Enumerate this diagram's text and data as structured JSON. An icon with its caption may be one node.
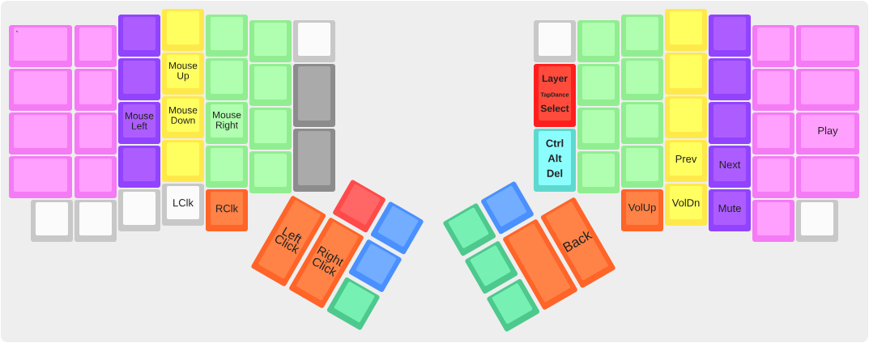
{
  "diagram": {
    "nodes": [
      {
        "text": [
          "`"
        ]
      },
      {
        "text": [],
        "shape": "box"
      },
      {
        "text": [],
        "shape": "box"
      },
      {
        "text": [],
        "shape": "box"
      },
      {
        "text": [],
        "shape": "box"
      },
      {
        "text": [],
        "shape": "box"
      },
      {
        "text": [],
        "shape": "box"
      },
      {
        "text": [],
        "shape": "box"
      },
      {
        "text": [],
        "shape": "box"
      },
      {
        "text": [],
        "shape": "box"
      },
      {
        "text": [],
        "shape": "box"
      },
      {
        "text": [],
        "shape": "box"
      },
      {
        "text": [
          "Mouse Left"
        ]
      },
      {
        "text": [],
        "shape": "box"
      },
      {
        "text": [],
        "shape": "box"
      },
      {
        "text": [],
        "shape": "box"
      },
      {
        "text": [
          "Mouse Up"
        ]
      },
      {
        "text": [
          "Mouse Down"
        ]
      },
      {
        "text": [],
        "shape": "box"
      },
      {
        "text": [
          "LClk"
        ]
      },
      {
        "text": [],
        "shape": "box"
      },
      {
        "text": [],
        "shape": "box"
      },
      {
        "text": [
          "Mouse Right"
        ]
      },
      {
        "text": [],
        "shape": "box"
      },
      {
        "text": [
          "RClk"
        ]
      },
      {
        "text": [],
        "shape": "box"
      },
      {
        "text": [],
        "shape": "box"
      },
      {
        "text": [],
        "shape": "box"
      },
      {
        "text": [],
        "shape": "box"
      },
      {
        "text": [],
        "shape": "box"
      },
      {
        "text": [],
        "shape": "box"
      },
      {
        "text": [],
        "shape": "box"
      },
      {
        "text": [
          "Left Click"
        ]
      },
      {
        "text": [
          "Right Click"
        ]
      },
      {
        "text": [],
        "shape": "box"
      },
      {
        "text": [],
        "shape": "box"
      },
      {
        "text": [],
        "shape": "box"
      },
      {
        "text": [],
        "shape": "box"
      },
      {
        "text": [],
        "shape": "box"
      },
      {
        "text": [],
        "shape": "box"
      },
      {
        "text": [],
        "shape": "box"
      },
      {
        "text": [],
        "shape": "box"
      },
      {
        "text": [],
        "shape": "box"
      },
      {
        "text": [
          "Back"
        ]
      },
      {
        "text": [],
        "shape": "box"
      },
      {
        "text": [
          "Layer",
          "TapDance",
          "Select"
        ]
      },
      {
        "text": [
          "Ctrl",
          "Alt",
          "Del"
        ]
      },
      {
        "text": [],
        "shape": "box"
      },
      {
        "text": [],
        "shape": "box"
      },
      {
        "text": [],
        "shape": "box"
      },
      {
        "text": [],
        "shape": "box"
      },
      {
        "text": [],
        "shape": "box"
      },
      {
        "text": [],
        "shape": "box"
      },
      {
        "text": [],
        "shape": "box"
      },
      {
        "text": [],
        "shape": "box"
      },
      {
        "text": [
          "VolUp"
        ]
      },
      {
        "text": [],
        "shape": "box"
      },
      {
        "text": [],
        "shape": "box"
      },
      {
        "text": [],
        "shape": "box"
      },
      {
        "text": [
          "Prev"
        ]
      },
      {
        "text": [
          "VolDn"
        ]
      },
      {
        "text": [],
        "shape": "box"
      },
      {
        "text": [],
        "shape": "box"
      },
      {
        "text": [],
        "shape": "box"
      },
      {
        "text": [
          "Next"
        ]
      },
      {
        "text": [
          "Mute"
        ]
      },
      {
        "text": [],
        "shape": "box"
      },
      {
        "text": [],
        "shape": "box"
      },
      {
        "text": [],
        "shape": "box"
      },
      {
        "text": [],
        "shape": "box"
      },
      {
        "text": [],
        "shape": "box"
      },
      {
        "text": [],
        "shape": "box"
      },
      {
        "text": [],
        "shape": "box"
      },
      {
        "text": [
          "Play"
        ]
      },
      {
        "text": [],
        "shape": "box"
      },
      {
        "text": [],
        "shape": "box"
      }
    ]
  }
}
